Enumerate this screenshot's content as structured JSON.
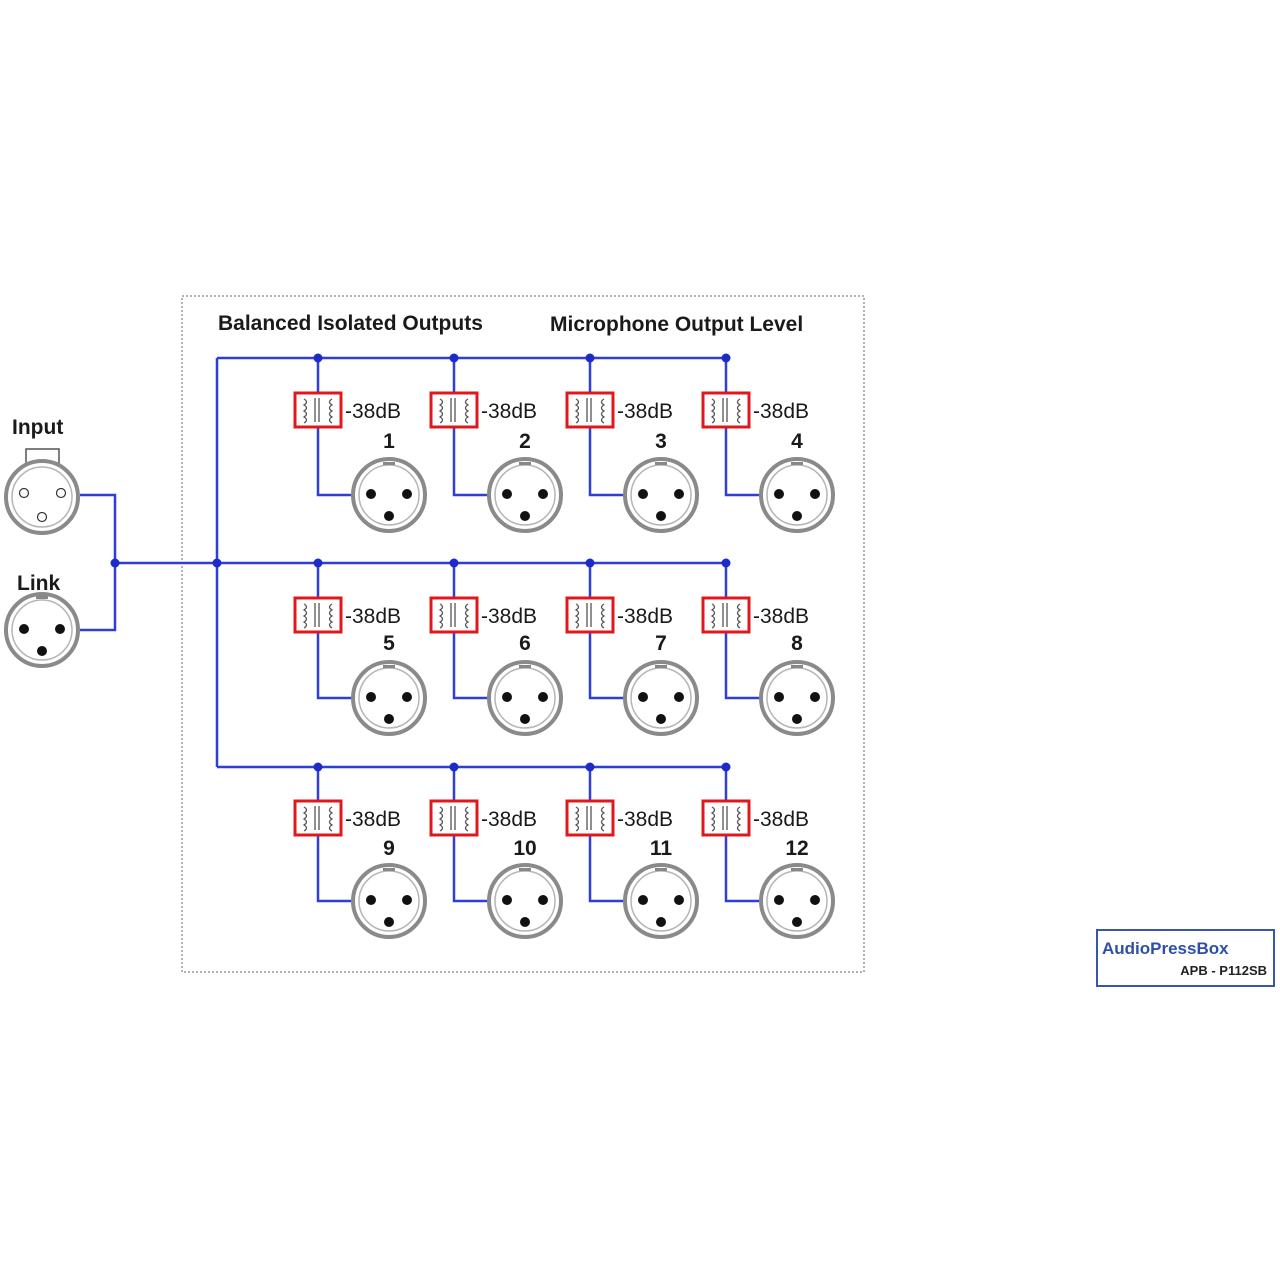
{
  "headers": {
    "outputs": "Balanced Isolated Outputs",
    "level": "Microphone Output Level"
  },
  "inputs": {
    "input_label": "Input",
    "link_label": "Link"
  },
  "outputs": [
    {
      "number": "1",
      "level": "-38dB"
    },
    {
      "number": "2",
      "level": "-38dB"
    },
    {
      "number": "3",
      "level": "-38dB"
    },
    {
      "number": "4",
      "level": "-38dB"
    },
    {
      "number": "5",
      "level": "-38dB"
    },
    {
      "number": "6",
      "level": "-38dB"
    },
    {
      "number": "7",
      "level": "-38dB"
    },
    {
      "number": "8",
      "level": "-38dB"
    },
    {
      "number": "9",
      "level": "-38dB"
    },
    {
      "number": "10",
      "level": "-38dB"
    },
    {
      "number": "11",
      "level": "-38dB"
    },
    {
      "number": "12",
      "level": "-38dB"
    }
  ],
  "logo": {
    "brand": "AudioPressBox",
    "model": "APB - P112SB"
  },
  "colors": {
    "wire": "#2f3fd6",
    "transformer_border": "#e0181c",
    "logo_accent": "#2d4fa8"
  },
  "icons": {
    "connector": "xlr-connector-icon",
    "transformer": "transformer-icon"
  }
}
